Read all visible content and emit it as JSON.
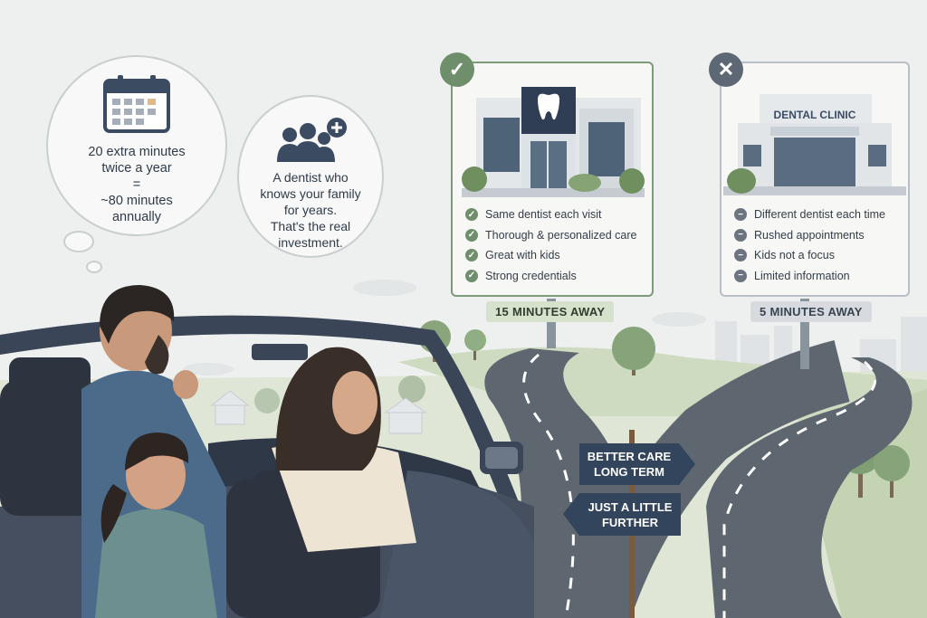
{
  "thought": {
    "calendar_icon": "calendar-icon",
    "line1": "20 extra minutes",
    "line2": "twice a year",
    "line3": "=",
    "line4": "~80 minutes",
    "line5": "annually"
  },
  "family_bubble": {
    "icon": "family-add-icon",
    "line1": "A dentist who",
    "line2": "knows your family",
    "line3": "for years.",
    "line4": "That's the real",
    "line5": "investment."
  },
  "good_option": {
    "badge_icon": "check-icon",
    "accent": "#6f8f6c",
    "items": [
      "Same dentist each visit",
      "Thorough & personalized care",
      "Great with kids",
      "Strong credentials"
    ],
    "distance": "15 MINUTES AWAY"
  },
  "bad_option": {
    "badge_icon": "x-icon",
    "accent": "#5e6875",
    "clinic_sign": "DENTAL CLINIC",
    "items": [
      "Different dentist each time",
      "Rushed appointments",
      "Kids not a focus",
      "Limited information"
    ],
    "distance": "5 MINUTES AWAY"
  },
  "signpost": {
    "right_line1": "BETTER CARE",
    "right_line2": "LONG TERM",
    "left_line1": "JUST A LITTLE",
    "left_line2": "FURTHER"
  },
  "colors": {
    "sign_navy": "#33455c",
    "road": "#5e6670",
    "grass": "#b9c9a3",
    "car": "#3f4a5c"
  }
}
